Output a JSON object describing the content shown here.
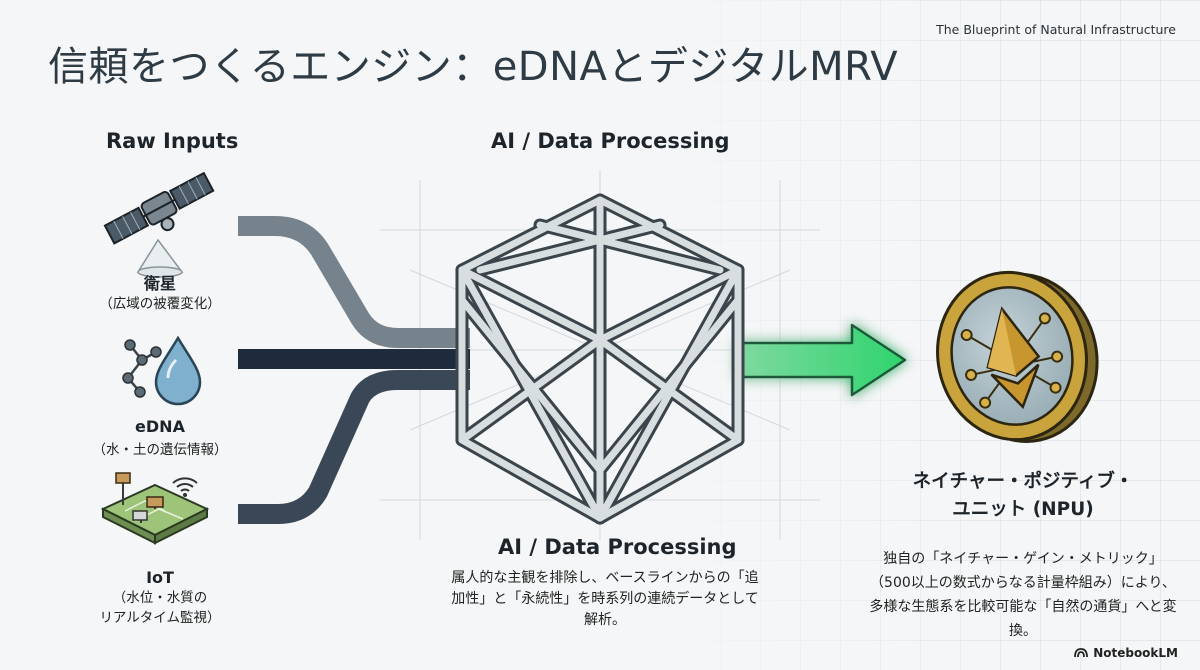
{
  "header": {
    "tag": "The Blueprint of Natural Infrastructure",
    "title": "信頼をつくるエンジン：eDNAとデジタルMRV"
  },
  "inputs": {
    "heading": "Raw Inputs",
    "items": [
      {
        "name": "衛星",
        "desc": "（広域の被覆変化）",
        "icon": "satellite-icon"
      },
      {
        "name": "eDNA",
        "desc": "（水・土の遺伝情報）",
        "icon": "dna-droplet-icon"
      },
      {
        "name": "IoT",
        "desc": "（水位・水質の\nリアルタイム監視）",
        "icon": "iot-sensor-board-icon"
      }
    ]
  },
  "processing": {
    "heading": "AI / Data Processing",
    "subheading": "AI / Data Processing",
    "desc": "属人的な主観を排除し、ベースラインからの「追加性」と「永続性」を時系列の連続データとして解析。",
    "icon": "lattice-cube-icon"
  },
  "output": {
    "title": "ネイチャー・ポジティブ・\nユニット (NPU)",
    "desc": "独自の「ネイチャー・ゲイン・メトリック」（500以上の数式からなる計量枠組み）により、多様な生態系を比較可能な「自然の通貨」へと変換。",
    "icon": "npu-coin-icon"
  },
  "footer": {
    "brand": "NotebookLM",
    "icon": "notebooklm-logo-icon"
  },
  "colors": {
    "title": "#2f3b44",
    "pipe_gray": "#77838c",
    "pipe_navy": "#1d2b3d",
    "pipe_slate": "#3a4757",
    "arrow_green": "#2fd46d",
    "coin_gold": "#c9a43c",
    "coin_face": "#a9bcc3"
  }
}
